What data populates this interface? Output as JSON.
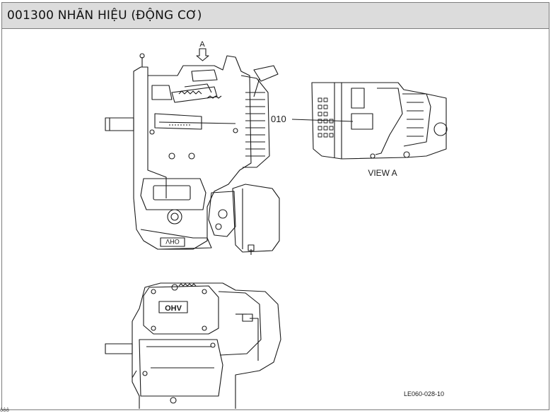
{
  "header": {
    "title": "001300 NHÃN HIỆU (ĐỘNG CƠ)"
  },
  "diagram": {
    "view_arrow_label": "A",
    "callout_label": "010",
    "view_caption": "VIEW A",
    "engine_badge_text": "OHV",
    "side_badge_text": "OHV",
    "reference_code": "LE060-028-10"
  },
  "footer": {
    "mark": "ôôô"
  },
  "colors": {
    "title_bar_bg": "#dcdcdc",
    "border": "#7d7d7d",
    "line": "#1a1a1a"
  }
}
